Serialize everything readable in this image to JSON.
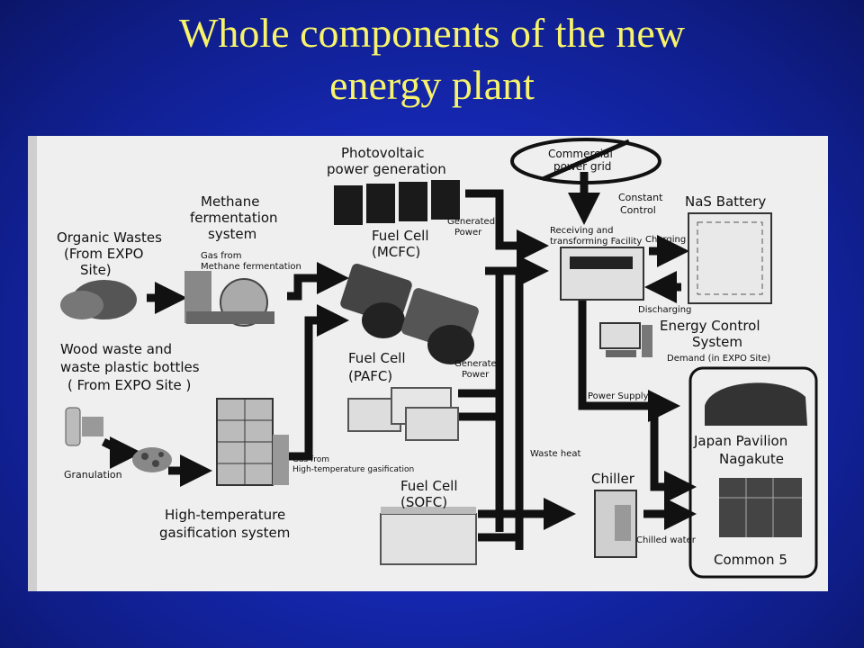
{
  "slide": {
    "title_line1": "Whole components of the new",
    "title_line2": "energy plant"
  },
  "diagram": {
    "photovoltaic": [
      "Photovoltaic",
      "power generation"
    ],
    "commercial_grid": [
      "Commercial",
      "power grid"
    ],
    "methane": [
      "Methane",
      "fermentation",
      "system"
    ],
    "organic_wastes": [
      "Organic Wastes",
      "(From EXPO",
      "Site)"
    ],
    "gas_from_methane": [
      "Gas from",
      "Methane fermentation"
    ],
    "mcfc": [
      "Fuel Cell",
      "(MCFC)"
    ],
    "generated_power_1": [
      "Generated",
      "Power"
    ],
    "receiving": [
      "Receiving and",
      "transforming Facility"
    ],
    "constant_control": [
      "Constant",
      "Control"
    ],
    "nas_battery": "NaS Battery",
    "charging": "Charging",
    "discharging": "Discharging",
    "energy_control": [
      "Energy Control",
      "System"
    ],
    "demand": "Demand (in EXPO Site)",
    "wood_waste": [
      "Wood waste and",
      "waste plastic bottles",
      "( From EXPO Site )"
    ],
    "pafc": [
      "Fuel Cell",
      "(PAFC)"
    ],
    "generated_power_2": [
      "Generated",
      "Power"
    ],
    "power_supply": "Power Supply",
    "waste_heat": "Waste heat",
    "granulation": "Granulation",
    "gas_from_high": [
      "Gas from",
      "High-temperature gasification"
    ],
    "high_temp": [
      "High-temperature",
      "gasification system"
    ],
    "sofc": [
      "Fuel Cell",
      "(SOFC)"
    ],
    "chiller": "Chiller",
    "chilled_water": "Chilled water",
    "japan_pavilion": [
      "Japan Pavilion",
      "Nagakute"
    ],
    "common5": "Common 5"
  }
}
